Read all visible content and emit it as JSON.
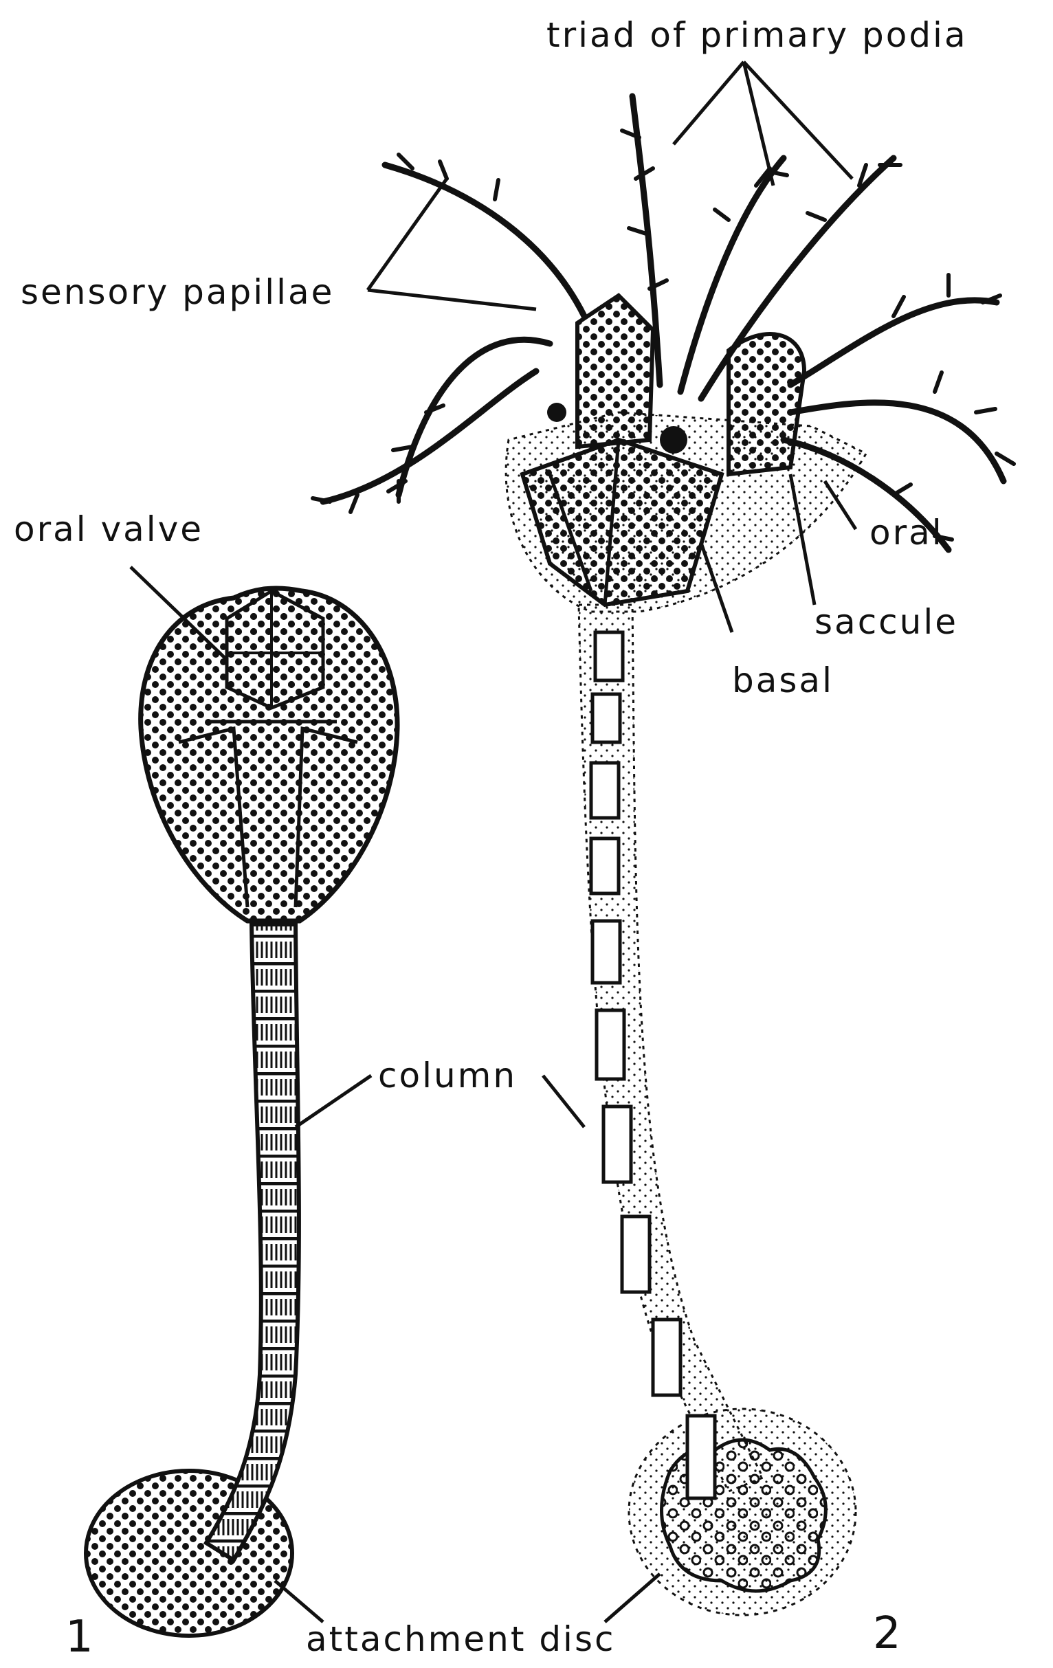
{
  "labels": {
    "triad": "triad of primary podia",
    "sensory_papillae": "sensory papillae",
    "oral_valve": "oral valve",
    "oral": "oral",
    "saccule": "saccule",
    "basal": "basal",
    "column": "column",
    "attachment_disc": "attachment disc"
  },
  "figure_numbers": {
    "fig1": "1",
    "fig2": "2"
  },
  "colors": {
    "ink": "#111111",
    "paper": "#ffffff"
  }
}
